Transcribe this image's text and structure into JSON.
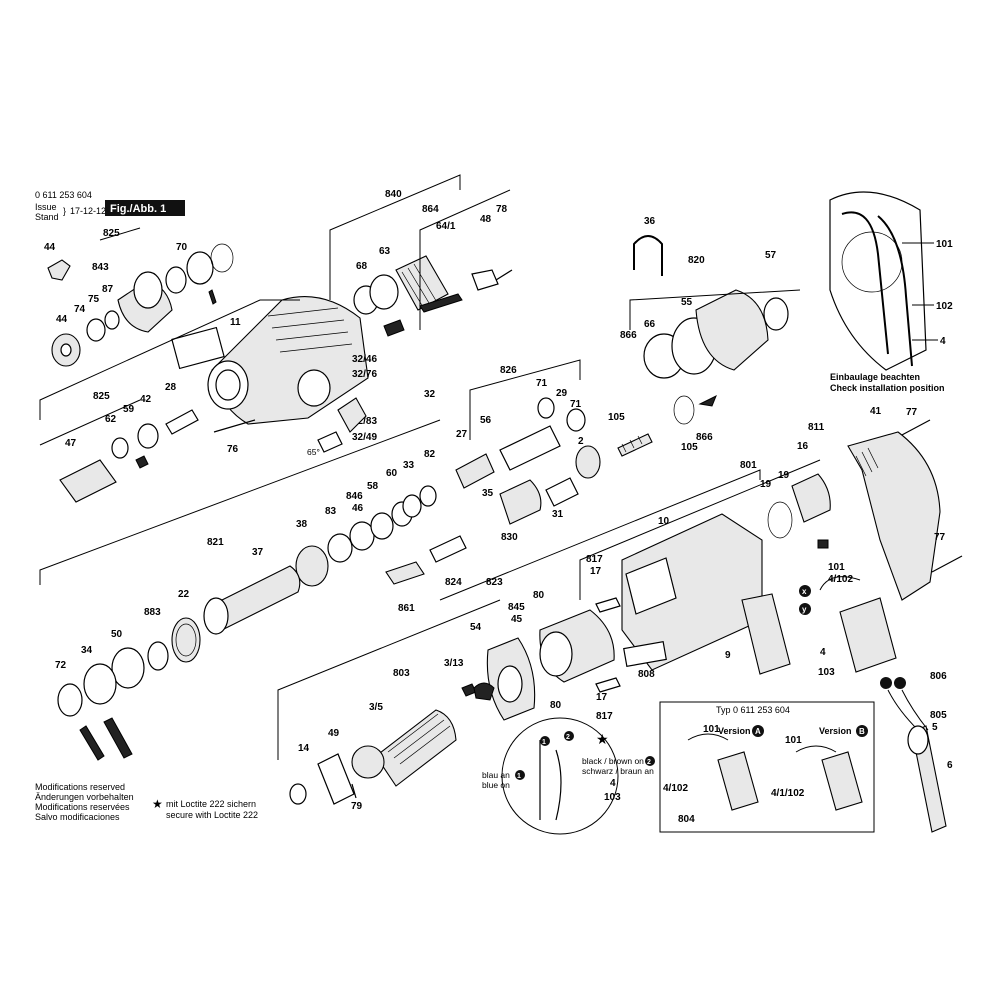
{
  "header": {
    "part_number": "0 611 253 604",
    "issue_label": "Issue",
    "stand_label": "Stand",
    "date": "17-12-12",
    "fig_label": "Fig./Abb. 1"
  },
  "callouts": {
    "c840": "840",
    "c864": "864",
    "c64_1": "64/1",
    "c48": "48",
    "c78": "78",
    "c63": "63",
    "c68": "68",
    "c825a": "825",
    "c843": "843",
    "c44a": "44",
    "c70": "70",
    "c74": "74",
    "c75": "75",
    "c87": "87",
    "c44b": "44",
    "c11": "11",
    "c32_46": "32/46",
    "c32_76": "32/76",
    "c32": "32",
    "c32_83": "32/83",
    "c32_49": "32/49",
    "c65deg": "65°",
    "c76": "76",
    "c825b": "825",
    "c62": "62",
    "c59": "59",
    "c42": "42",
    "c28": "28",
    "c47": "47",
    "c36": "36",
    "c820": "820",
    "c57": "57",
    "c55": "55",
    "c66": "66",
    "c866a": "866",
    "c105a": "105",
    "c105b": "105",
    "c866b": "866",
    "c826": "826",
    "c71a": "71",
    "c29": "29",
    "c71b": "71",
    "c27": "27",
    "c56": "56",
    "c35": "35",
    "c830": "830",
    "c31": "31",
    "c2": "2",
    "c82": "82",
    "c60": "60",
    "c33": "33",
    "c58": "58",
    "c846": "846",
    "c46": "46",
    "c83": "83",
    "c38": "38",
    "c821": "821",
    "c37": "37",
    "c883": "883",
    "c22": "22",
    "c72": "72",
    "c34": "34",
    "c50": "50",
    "c824": "824",
    "c823": "823",
    "c861": "861",
    "c801": "801",
    "c10": "10",
    "c811": "811",
    "c16": "16",
    "c19a": "19",
    "c19b": "19",
    "c41": "41",
    "c77a": "77",
    "c77b": "77",
    "c817a": "817",
    "c17a": "17",
    "c845": "845",
    "c45": "45",
    "c80a": "80",
    "c80b": "80",
    "c9": "9",
    "c808": "808",
    "c17b": "17",
    "c817b": "817",
    "c101a": "101",
    "c4_102a": "4/102",
    "c4a": "4",
    "c103a": "103",
    "c806": "806",
    "c805": "805",
    "c5": "5",
    "c6": "6",
    "c803": "803",
    "c3_13": "3/13",
    "c54": "54",
    "c3_5": "3/5",
    "c49": "49",
    "c14": "14",
    "c79": "79",
    "c101_top": "101",
    "c102_top": "102",
    "c4_top": "4",
    "c101_va": "101",
    "c4_102_va": "4/102",
    "c804": "804",
    "c101_vb": "101",
    "c4_1_102": "4/1/102",
    "c4_wire": "4",
    "c103_wire": "103"
  },
  "inset": {
    "title_de": "Einbaulage beachten",
    "title_en": "Check installation position"
  },
  "version_box": {
    "type_label": "Typ 0 611 253 604",
    "version_a": "Version",
    "version_b": "Version",
    "badge_a": "A",
    "badge_b": "B"
  },
  "wiring": {
    "black_brown_on": "black / brown on",
    "schwarz_braun_an": "schwarz / braun an",
    "blau_an": "blau an",
    "blue_on": "blue on",
    "n1": "1",
    "n2": "2"
  },
  "markers": {
    "x": "x",
    "y": "y"
  },
  "footer": {
    "line1": "Modifications reserved",
    "line2": "Änderungen vorbehalten",
    "line3": "Modifications reservées",
    "line4": "Salvo modificaciones",
    "loctite_de": "mit Loctite 222 sichern",
    "loctite_en": "secure with Loctite 222"
  }
}
